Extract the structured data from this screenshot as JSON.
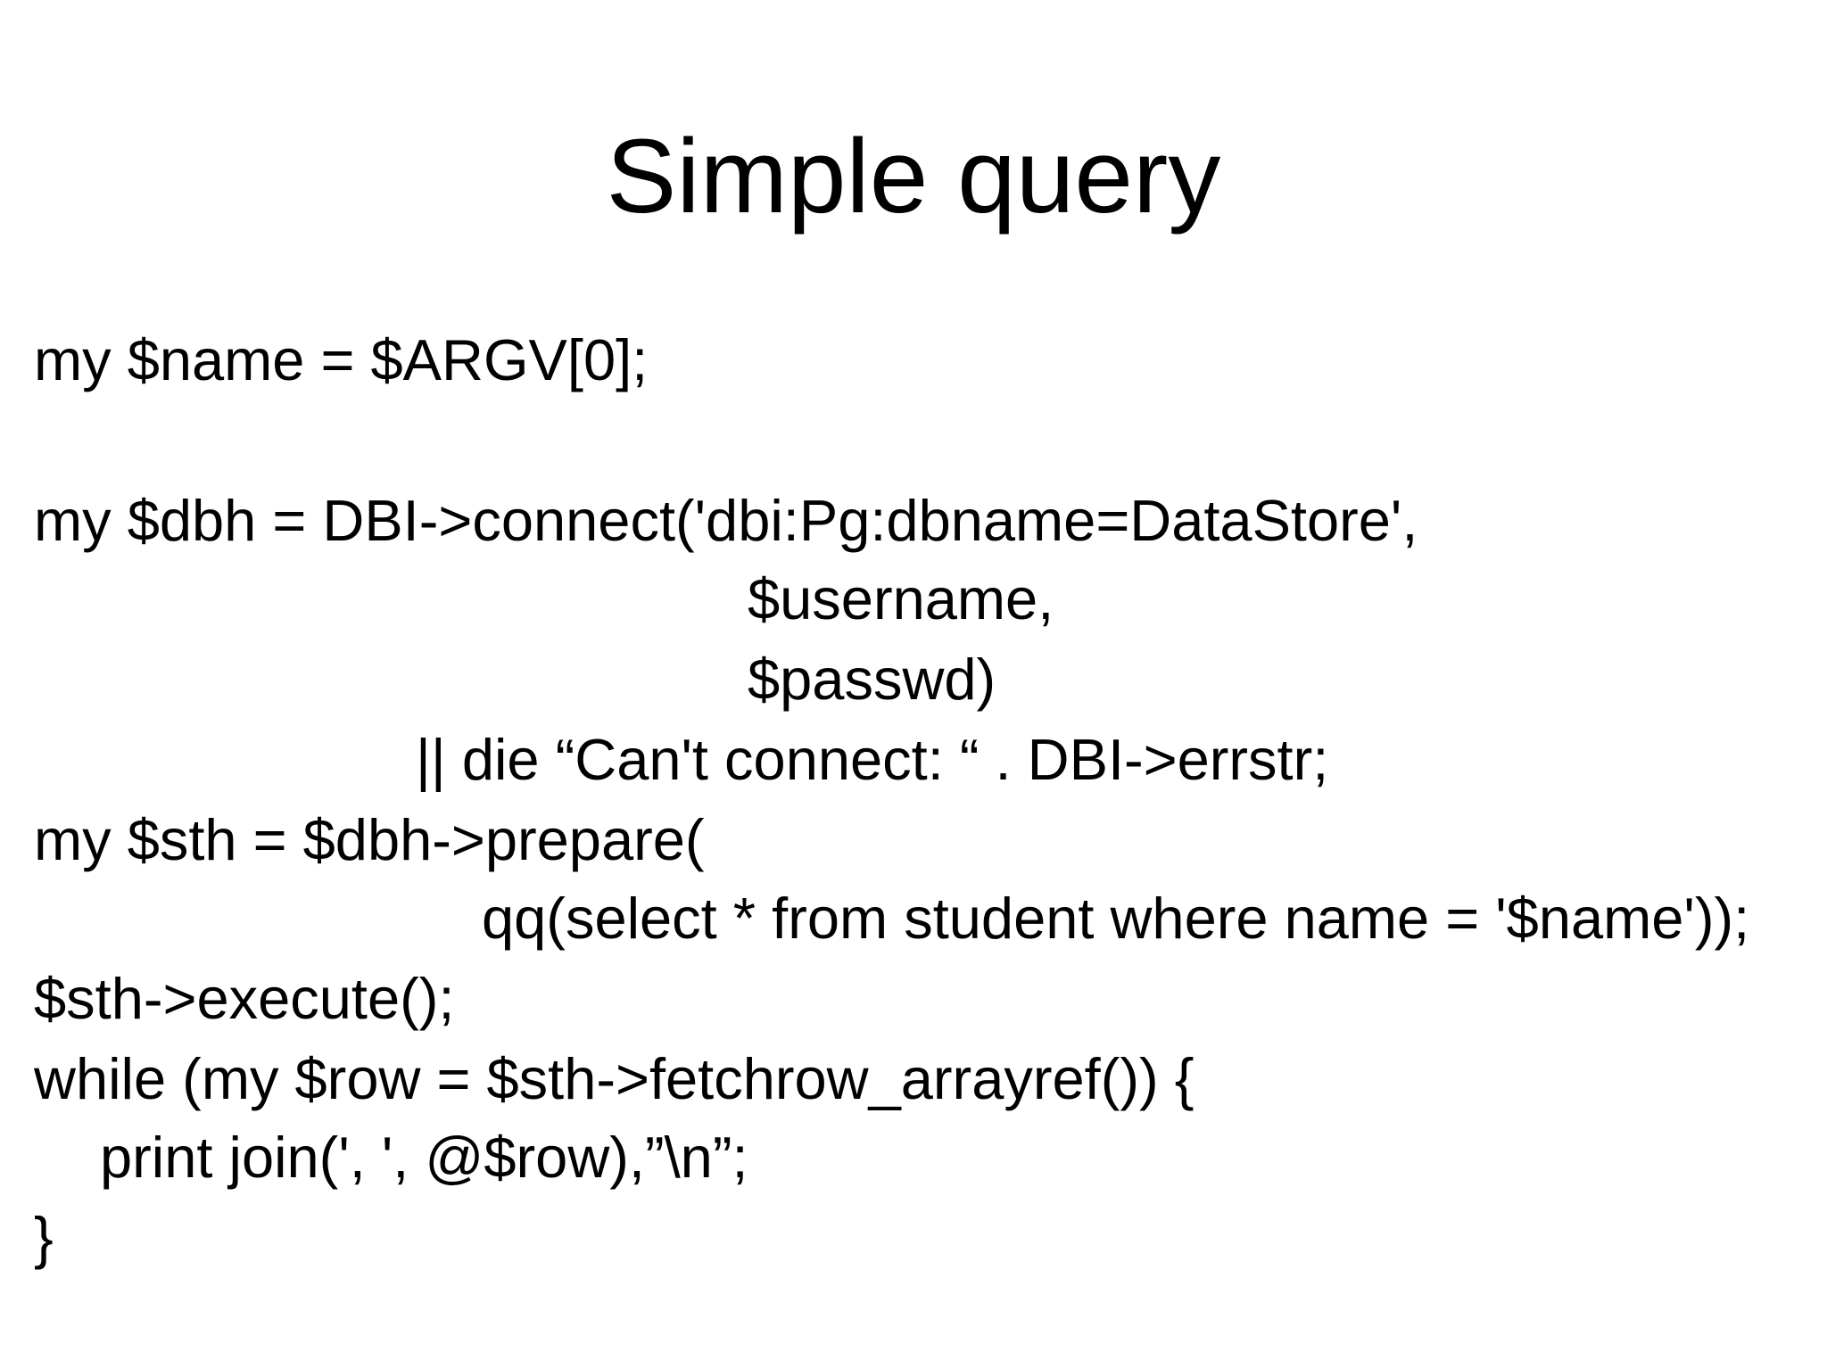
{
  "slide": {
    "title": "Simple query",
    "code_lines": [
      "my $name = $ARGV[0];",
      "my $dbh = DBI->connect('dbi:Pg:dbname=DataStore',",
      "$username,",
      "$passwd)",
      "|| die “Can't connect: “ . DBI->errstr;",
      "my $sth = $dbh->prepare(",
      "qq(select * from student where name = '$name'));",
      "$sth->execute();",
      "while (my $row = $sth->fetchrow_arrayref()) {",
      "print join(', ', @$row),”\\n”;",
      "}"
    ]
  }
}
